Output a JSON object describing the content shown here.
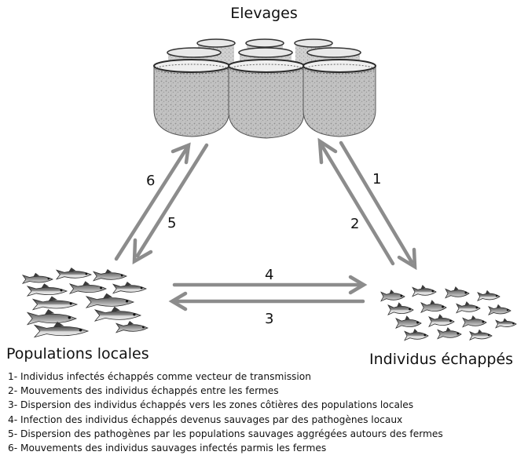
{
  "nodes": {
    "farms": "Elevages",
    "local": "Populations locales",
    "escaped": "Individus échappés"
  },
  "arrows": {
    "a1": "1",
    "a2": "2",
    "a3": "3",
    "a4": "4",
    "a5": "5",
    "a6": "6"
  },
  "legend": [
    "1- Individus infectés échappés comme vecteur de transmission",
    "2- Mouvements des individus échappés entre les fermes",
    "3- Dispersion des individus échappés vers les zones côtières des populations locales",
    "4- Infection des individus échappés devenus sauvages par des pathogènes locaux",
    "5- Dispersion des pathogènes par les populations sauvages aggrégées autours des fermes",
    "6- Mouvements des individus sauvages infectés parmis les fermes"
  ],
  "colors": {
    "arrow": "#8c8c8c",
    "cage_fill": "#b8b8b8",
    "cage_rim": "#2a2a2a",
    "fish_dark": "#4a4a4a",
    "fish_light": "#d9d9d9"
  }
}
